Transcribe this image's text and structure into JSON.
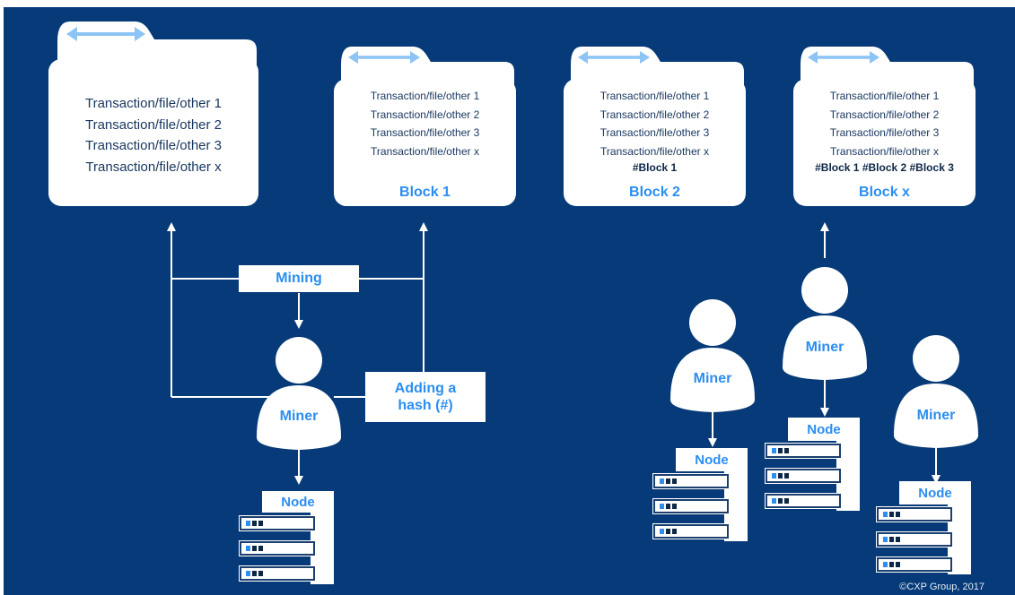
{
  "folders": [
    {
      "lines": [
        "Transaction/file/other 1",
        "Transaction/file/other 2",
        "Transaction/file/other 3",
        "Transaction/file/other x"
      ],
      "hashes": "",
      "title": ""
    },
    {
      "lines": [
        "Transaction/file/other 1",
        "Transaction/file/other 2",
        "Transaction/file/other 3",
        "Transaction/file/other x"
      ],
      "hashes": "",
      "title": "Block 1"
    },
    {
      "lines": [
        "Transaction/file/other 1",
        "Transaction/file/other 2",
        "Transaction/file/other 3",
        "Transaction/file/other x"
      ],
      "hashes": "#Block 1",
      "title": "Block 2"
    },
    {
      "lines": [
        "Transaction/file/other 1",
        "Transaction/file/other 2",
        "Transaction/file/other 3",
        "Transaction/file/other x"
      ],
      "hashes": "#Block 1 #Block 2 #Block 3",
      "title": "Block x"
    }
  ],
  "mining_label": "Mining",
  "hash_label_line1": "Adding a",
  "hash_label_line2": "hash (#)",
  "miner_label": "Miner",
  "node_label": "Node",
  "credit": "©CXP Group, 2017",
  "colors": {
    "background": "#063a78",
    "accent": "#2b8ef0",
    "tab_arrow": "#8cc4f5",
    "text_dark": "#17365f"
  }
}
